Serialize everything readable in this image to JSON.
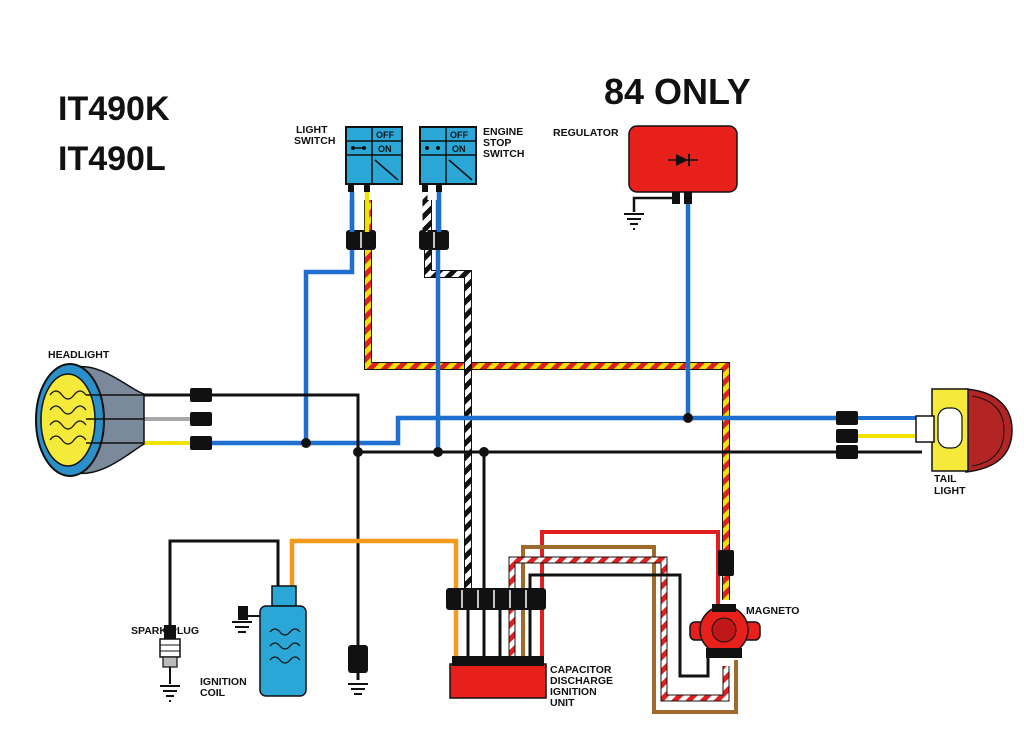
{
  "models": [
    "IT490K",
    "IT490L"
  ],
  "note": "84 ONLY",
  "labels": {
    "light_switch": [
      "LIGHT",
      "SWITCH"
    ],
    "engine_stop_switch": [
      "ENGINE",
      "STOP",
      "SWITCH"
    ],
    "switch_off": "OFF",
    "switch_on": "ON",
    "regulator": "REGULATOR",
    "headlight": "HEADLIGHT",
    "tail_light": [
      "TAIL",
      "LIGHT"
    ],
    "magneto": "MAGNETO",
    "spark_plug": "SPARK PLUG",
    "ignition_coil": [
      "IGNITION",
      "COIL"
    ],
    "cdi": [
      "CAPACITOR",
      "DISCHARGE",
      "IGNITION",
      "UNIT"
    ]
  },
  "colors": {
    "blue_wire": "#1f6fd0",
    "yellow_wire": "#f2e200",
    "black_wire": "#111111",
    "red_wire": "#e02020",
    "orange_wire": "#f39a1e",
    "brown_wire": "#a06a2c",
    "white_wire": "#ffffff",
    "gray_wire": "#a8a8a8",
    "switch_body": "#2aa7d6",
    "regulator_body": "#e8201c",
    "cdi_body": "#e8201c",
    "lamp_yellow": "#f5ea3a",
    "lamp_blue": "#2b8fc9",
    "coil_body": "#2aa7d6"
  }
}
